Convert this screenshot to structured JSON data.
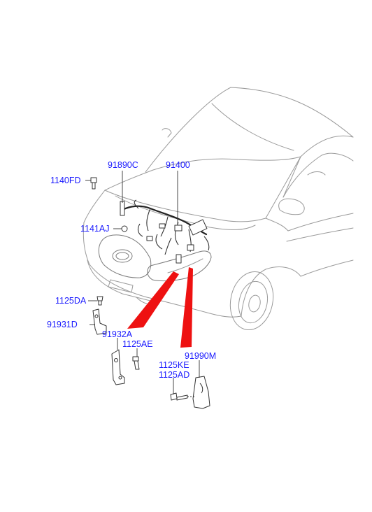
{
  "parts": [
    {
      "id": "p1140fd",
      "label": "1140FD"
    },
    {
      "id": "p91890c",
      "label": "91890C"
    },
    {
      "id": "p91400",
      "label": "91400"
    },
    {
      "id": "p1141aj",
      "label": "1141AJ"
    },
    {
      "id": "p1125da",
      "label": "1125DA"
    },
    {
      "id": "p91931d",
      "label": "91931D"
    },
    {
      "id": "p91932a",
      "label": "91932A"
    },
    {
      "id": "p1125ae",
      "label": "1125AE"
    },
    {
      "id": "p91990m",
      "label": "91990M"
    },
    {
      "id": "p1125ke",
      "label": "1125KE"
    },
    {
      "id": "p1125ad",
      "label": "1125AD"
    }
  ],
  "colors": {
    "label": "#1a1aff",
    "callout": "#ee1111",
    "line": "#333333",
    "vehicle": "#9a9a9a"
  }
}
